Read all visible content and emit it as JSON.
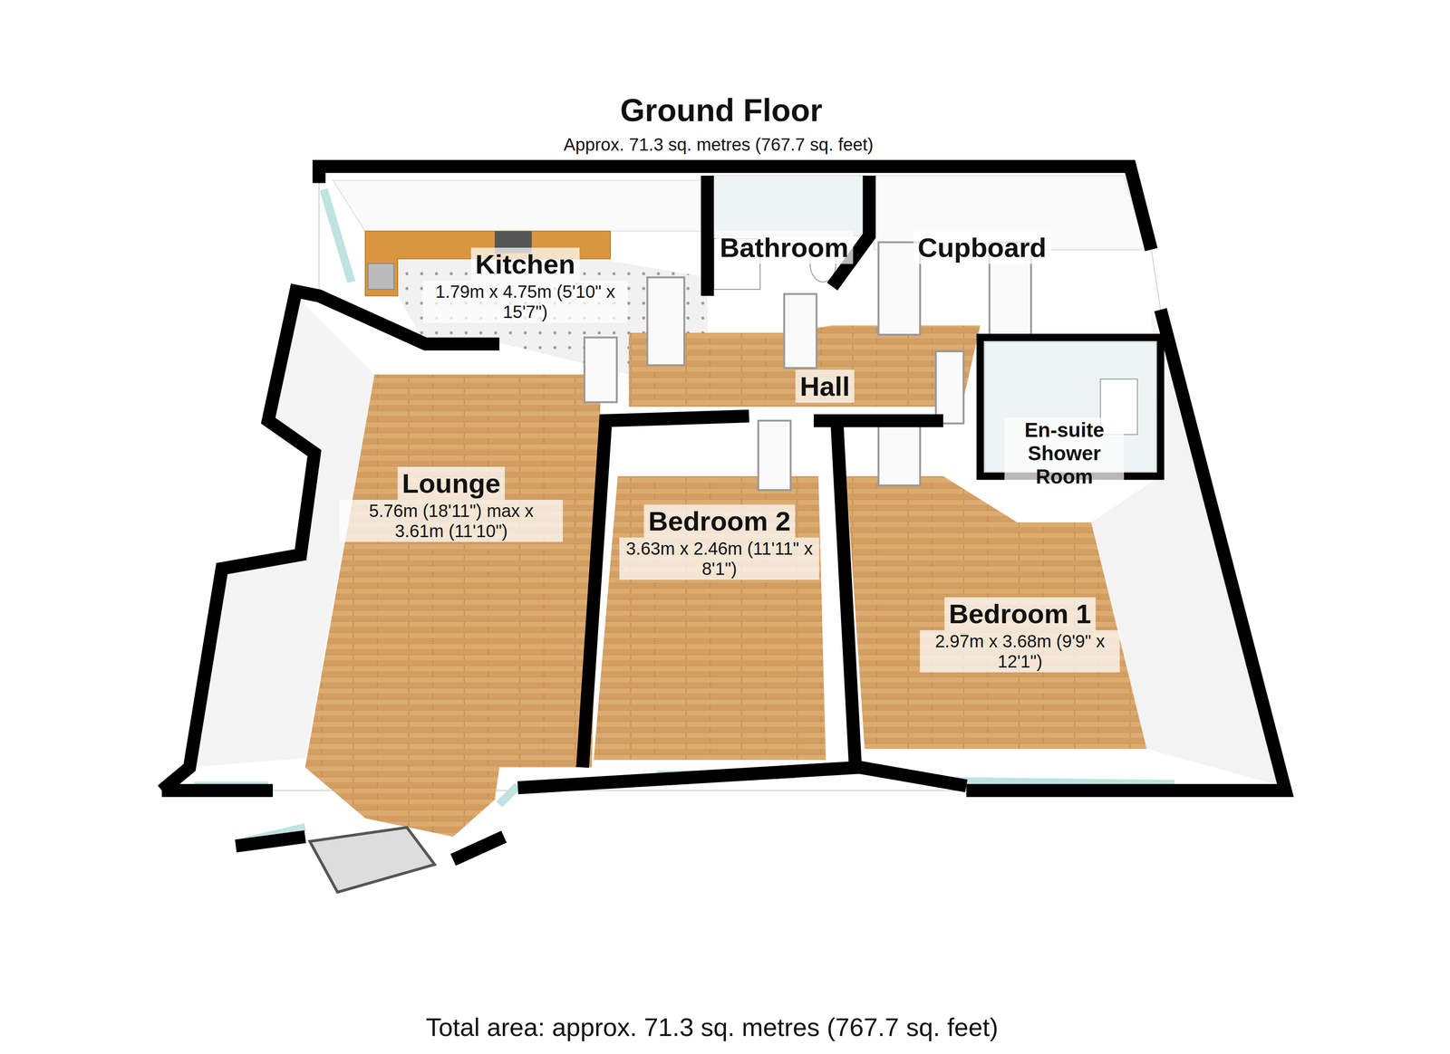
{
  "diagram": {
    "title": "Ground Floor",
    "caption": "Total area: approx. 71.3 sq. metres (767.7 sq. feet)",
    "nodes": [
      {
        "text": [
          "Kitchen",
          "1.79m x 4.75m (5'10\" x 15'7\")"
        ]
      },
      {
        "text": [
          "Bathroom"
        ]
      },
      {
        "text": [
          "Cupboard"
        ]
      },
      {
        "text": [
          "Hall"
        ]
      },
      {
        "text": [
          "Lounge",
          "5.76m (18'11\") max x 3.61m (11'10\")"
        ]
      },
      {
        "text": [
          "Bedroom 2",
          "3.63m x 2.46m (11'11\" x 8'1\")"
        ]
      },
      {
        "text": [
          "En-suite Shower Room"
        ]
      },
      {
        "text": [
          "Bedroom 1",
          "2.97m x 3.68m (9'9\" x 12'1\")"
        ]
      }
    ],
    "labels": [
      "Approx. 71.3 sq. metres (767.7 sq. feet)"
    ]
  }
}
